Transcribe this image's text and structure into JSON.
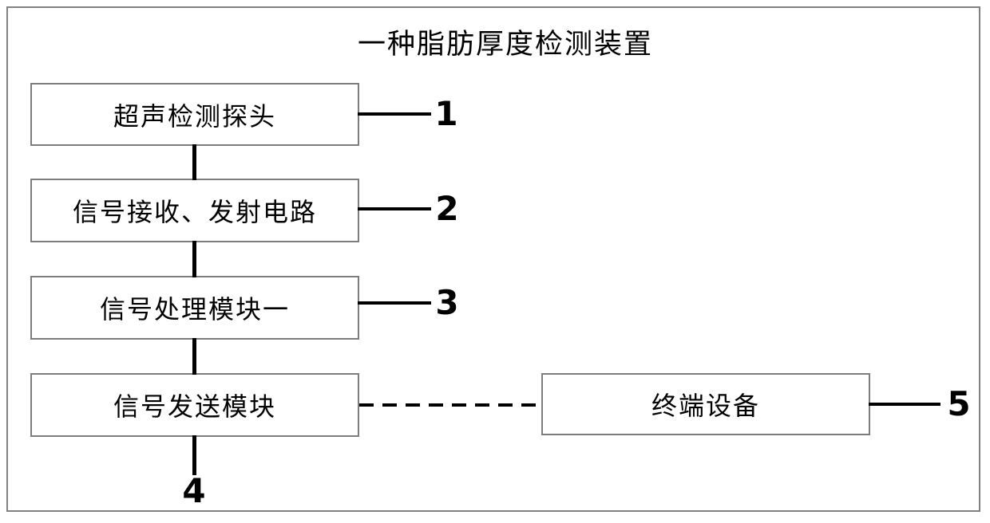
{
  "figure": {
    "title": "一种脂肪厚度检测装置",
    "blocks": [
      {
        "label": "超声检测探头",
        "ref": "1"
      },
      {
        "label": "信号接收、发射电路",
        "ref": "2"
      },
      {
        "label": "信号处理模块一",
        "ref": "3"
      },
      {
        "label": "信号发送模块",
        "ref": "4"
      },
      {
        "label": "终端设备",
        "ref": "5"
      }
    ],
    "connections": [
      {
        "from": "超声检测探头",
        "to": "信号接收、发射电路",
        "style": "solid"
      },
      {
        "from": "信号接收、发射电路",
        "to": "信号处理模块一",
        "style": "solid"
      },
      {
        "from": "信号处理模块一",
        "to": "信号发送模块",
        "style": "solid"
      },
      {
        "from": "信号发送模块",
        "to": "终端设备",
        "style": "dashed"
      }
    ],
    "colors": {
      "background": "#ffffff",
      "box_border": "#7d7d7d",
      "frame_border": "#808080",
      "line": "#000000",
      "text": "#000000"
    }
  }
}
